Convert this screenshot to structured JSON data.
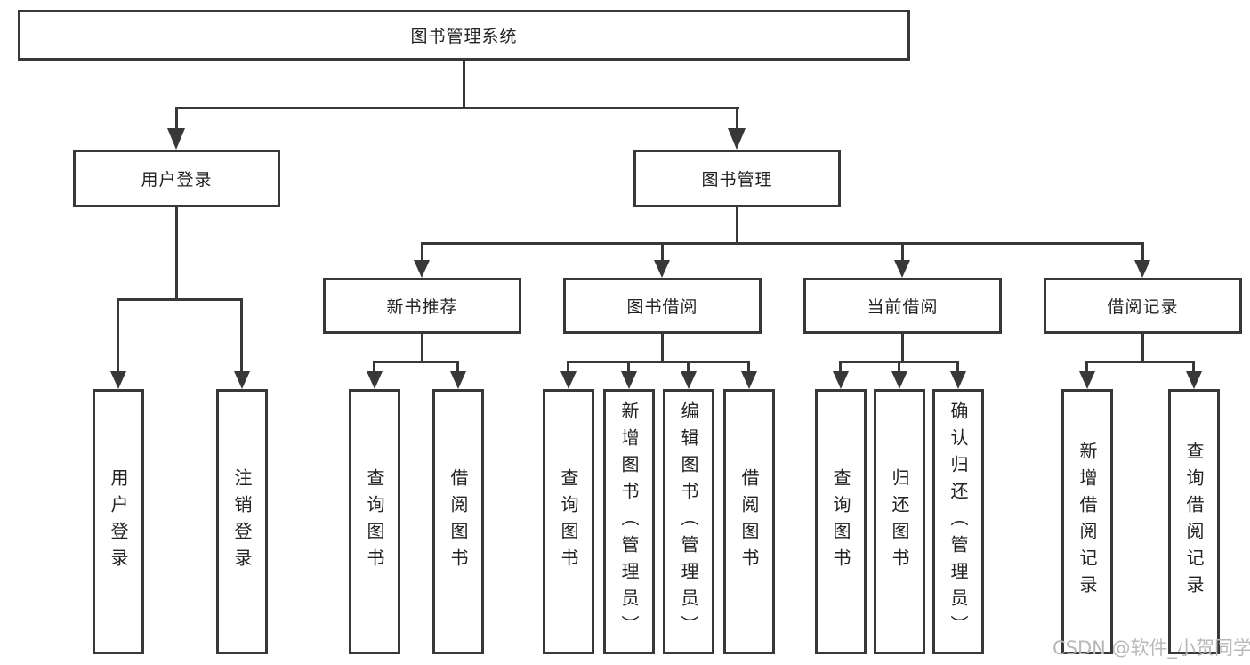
{
  "diagram": {
    "root": "图书管理系统",
    "level2": [
      "用户登录",
      "图书管理"
    ],
    "level3": [
      "新书推荐",
      "图书借阅",
      "当前借阅",
      "借阅记录"
    ],
    "leaves": {
      "user_login": [
        "用户登录",
        "注销登录"
      ],
      "new_book": [
        "查询图书",
        "借阅图书"
      ],
      "book_borrow": [
        "查询图书",
        "新增图书（管理员）",
        "编辑图书（管理员）",
        "借阅图书"
      ],
      "current_borrow": [
        "查询图书",
        "归还图书",
        "确认归还（管理员）"
      ],
      "borrow_record": [
        "新增借阅记录",
        "查询借阅记录"
      ]
    }
  },
  "watermark": "CSDN @软件_小贺同学",
  "colors": {
    "line": "#383838",
    "text": "#222222",
    "watermark": "#b9b9b9",
    "background": "#ffffff"
  }
}
